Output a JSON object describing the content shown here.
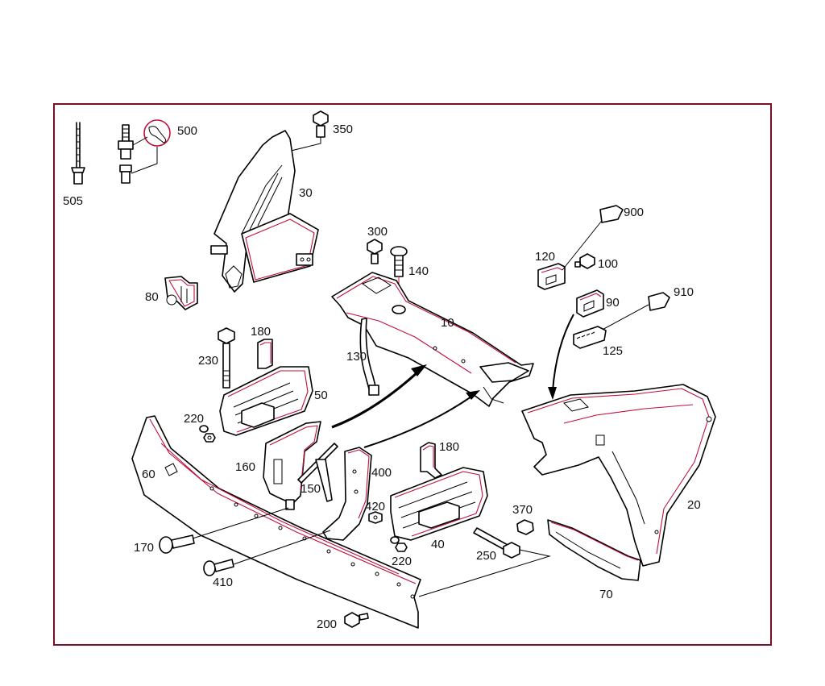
{
  "diagram": {
    "type": "exploded-parts-diagram",
    "line_color": "#000000",
    "highlight_color": "#c0103a",
    "frame_color": "#7a0f25",
    "callouts": [
      "505",
      "500",
      "350",
      "30",
      "300",
      "140",
      "10",
      "80",
      "130",
      "180",
      "230",
      "50",
      "220",
      "160",
      "150",
      "400",
      "60",
      "420",
      "180",
      "40",
      "370",
      "250",
      "220",
      "170",
      "410",
      "200",
      "120",
      "900",
      "100",
      "90",
      "910",
      "125",
      "20",
      "70"
    ]
  }
}
